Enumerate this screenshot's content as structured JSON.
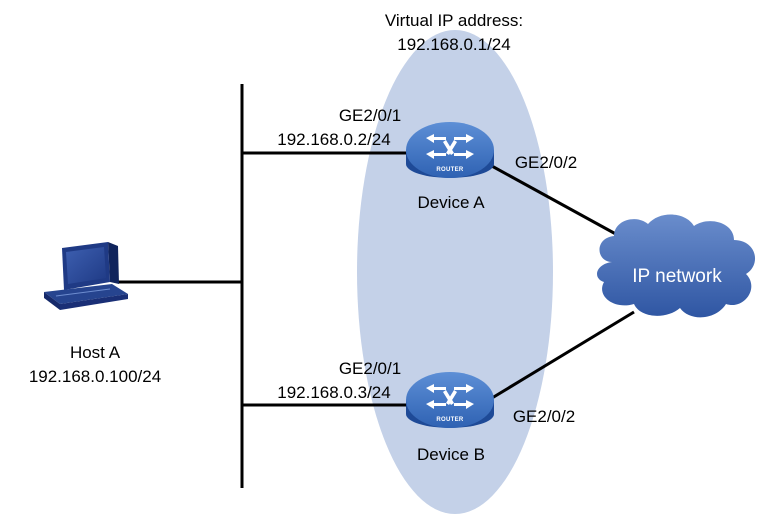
{
  "vip": {
    "line1": "Virtual IP address:",
    "line2": "192.168.0.1/24"
  },
  "device_a": {
    "name": "Device A",
    "port_left": "GE2/0/1",
    "ip_left": "192.168.0.2/24",
    "port_right": "GE2/0/2",
    "tag": "ROUTER"
  },
  "device_b": {
    "name": "Device B",
    "port_left": "GE2/0/1",
    "ip_left": "192.168.0.3/24",
    "port_right": "GE2/0/2",
    "tag": "ROUTER"
  },
  "host": {
    "name": "Host A",
    "ip": "192.168.0.100/24"
  },
  "cloud": {
    "label": "IP network"
  },
  "colors": {
    "vrrp_group": "#c4d1e8",
    "router_body": "#2b5aa8",
    "cloud": "#4a6fb5",
    "line": "#000000"
  }
}
